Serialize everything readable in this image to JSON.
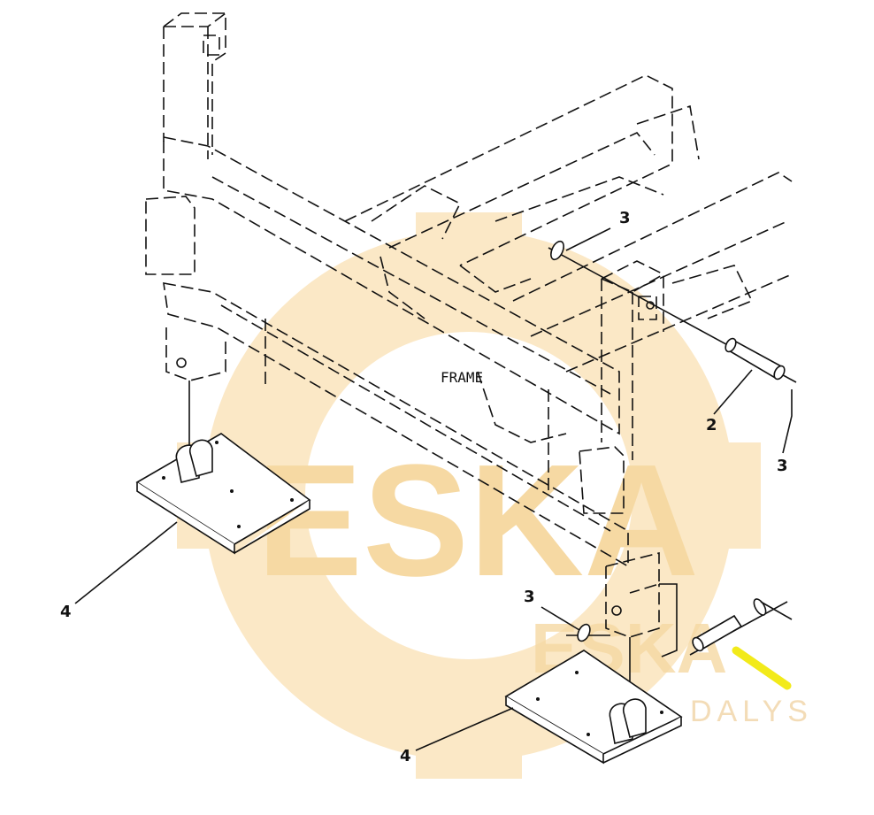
{
  "diagram": {
    "frame_label": "FRAME",
    "callouts": {
      "pin": "2",
      "clip_top": "3",
      "clip_right": "3",
      "clip_bottom": "3",
      "pad_left": "4",
      "pad_bottom": "4"
    }
  },
  "watermark": {
    "brand": "ESKA",
    "brand_small": "ESKA",
    "sub": "DALYS",
    "color": "#f6d9a3"
  },
  "highlight": {
    "color": "#f2ea1a"
  }
}
